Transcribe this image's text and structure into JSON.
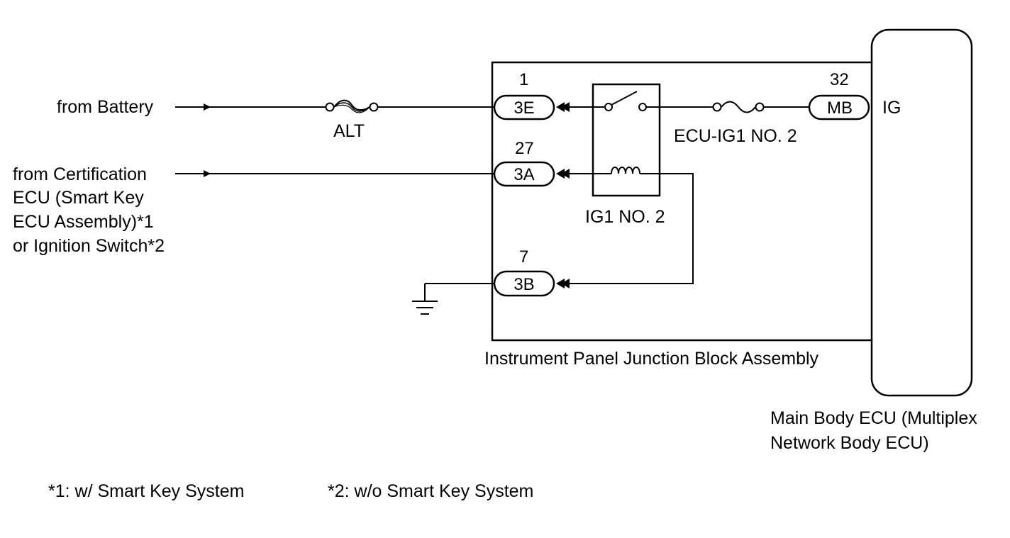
{
  "sources": {
    "battery": "from Battery",
    "certification": [
      "from Certification",
      "ECU (Smart Key",
      "ECU Assembly)*1",
      "or Ignition Switch*2"
    ]
  },
  "fuses": {
    "alt": "ALT",
    "ecu_ig1": "ECU-IG1 NO. 2"
  },
  "relay": {
    "label": "IG1 NO. 2"
  },
  "junction_block": {
    "label": "Instrument Panel Junction Block Assembly",
    "connectors": [
      {
        "pin": "1",
        "code": "3E"
      },
      {
        "pin": "27",
        "code": "3A"
      },
      {
        "pin": "7",
        "code": "3B"
      }
    ],
    "output_connector": {
      "pin": "32",
      "code": "MB"
    }
  },
  "ecu": {
    "terminal": "IG",
    "name": [
      "Main Body ECU (Multiplex",
      "Network Body ECU)"
    ]
  },
  "footnotes": {
    "note1": "*1: w/ Smart Key System",
    "note2": "*2: w/o Smart Key System"
  },
  "colors": {
    "line": "#000000",
    "background": "#ffffff"
  }
}
